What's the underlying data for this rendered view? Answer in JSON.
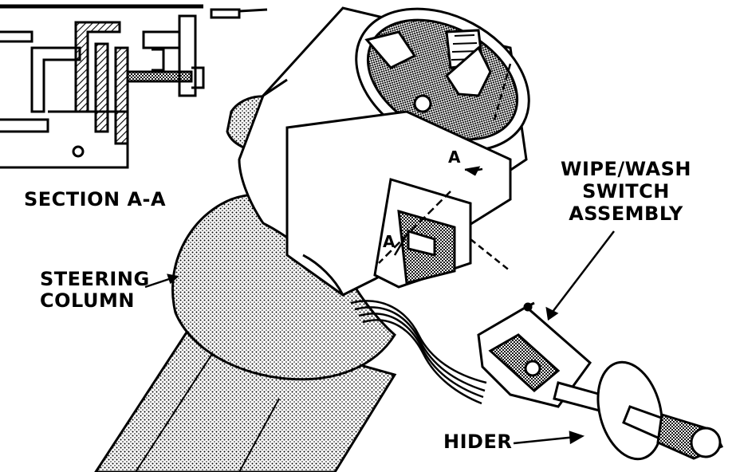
{
  "labels": {
    "section": "SECTION A-A",
    "steering_line1": "STEERING",
    "steering_line2": "COLUMN",
    "wipe_line1": "WIPE/WASH",
    "wipe_line2": "SWITCH",
    "wipe_line3": "ASSEMBLY",
    "hider": "HIDER",
    "section_mark_upper": "A",
    "section_mark_lower": "A"
  },
  "colors": {
    "ink": "#000000",
    "paper": "#ffffff"
  }
}
